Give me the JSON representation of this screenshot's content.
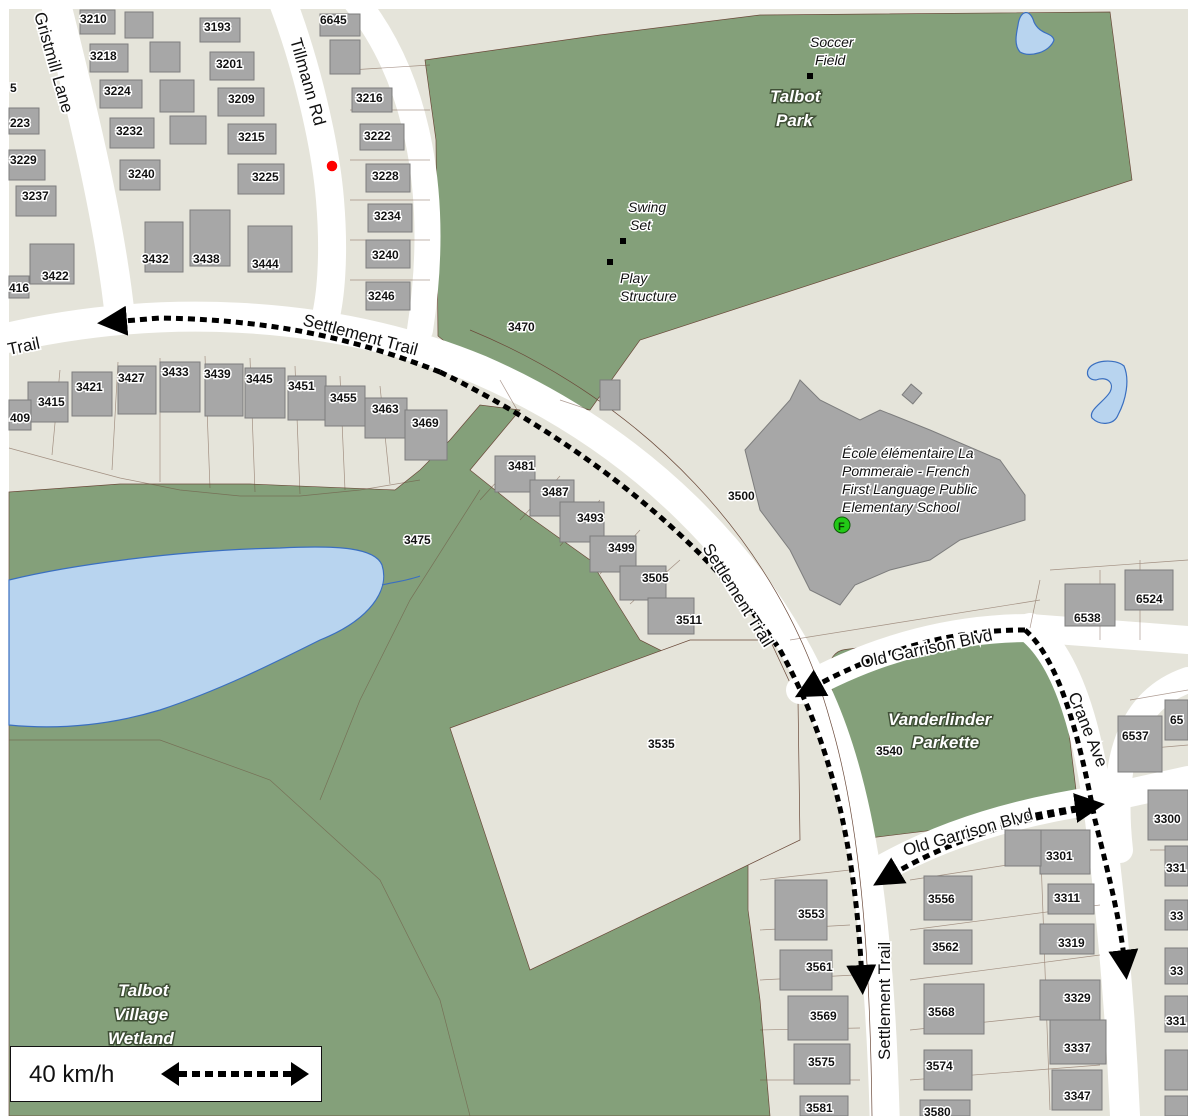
{
  "colors": {
    "land": "#e5e4da",
    "park": "#84a07a",
    "water": "#b8d4ef",
    "road": "#ffffff",
    "building": "#a7a7a7",
    "route": "#000000",
    "fire_marker": "#ff0000",
    "school_marker": "#22c916"
  },
  "streets": {
    "gristmill": "Gristmill Lane",
    "tillmann": "Tillmann Rd",
    "settlement_top": "Settlement Trail",
    "settlement_left": "Trail",
    "settlement_mid": "Settlement Trail",
    "settlement_bottom": "Settlement Trail",
    "old_garrison_top": "Old Garrison Blvd",
    "old_garrison_bottom": "Old Garrison Blvd",
    "crane": "Crane Ave"
  },
  "parks": {
    "talbot_park_1": "Talbot",
    "talbot_park_2": "Park",
    "vanderlinder_1": "Vanderlinder",
    "vanderlinder_2": "Parkette",
    "wetland_1": "Talbot",
    "wetland_2": "Village",
    "wetland_3": "Wetland"
  },
  "pois": {
    "soccer_1": "Soccer",
    "soccer_2": "Field",
    "swing_1": "Swing",
    "swing_2": "Set",
    "play_1": "Play",
    "play_2": "Structure",
    "school_1": "École élémentaire La",
    "school_2": "Pommeraie - French",
    "school_3": "First Language Public",
    "school_4": "Elementary School",
    "school_icon": "F"
  },
  "addresses": {
    "a3210": "3210",
    "a3193": "3193",
    "a6645": "6645",
    "a3218": "3218",
    "a3201": "3201",
    "a5": "5",
    "a3224": "3224",
    "a3209": "3209",
    "a3216": "3216",
    "a223": "223",
    "a3232": "3232",
    "a3215": "3215",
    "a3222": "3222",
    "a3229": "3229",
    "a3240w": "3240",
    "a3225": "3225",
    "a3228": "3228",
    "a3237": "3237",
    "a3234": "3234",
    "a3432": "3432",
    "a3438": "3438",
    "a3444": "3444",
    "a3240e": "3240",
    "a3422": "3422",
    "a416": "416",
    "a3246": "3246",
    "a3470": "3470",
    "a3421": "3421",
    "a3427": "3427",
    "a3433": "3433",
    "a3439": "3439",
    "a3445": "3445",
    "a3451": "3451",
    "a3415": "3415",
    "a3455": "3455",
    "a3463": "3463",
    "a409": "409",
    "a3469": "3469",
    "a3481": "3481",
    "a3487": "3487",
    "a3493": "3493",
    "a3500": "3500",
    "a3475": "3475",
    "a3499": "3499",
    "a3505": "3505",
    "a3511": "3511",
    "a6538": "6538",
    "a6524": "6524",
    "a3535": "3535",
    "a3540": "3540",
    "a6537": "6537",
    "a65": "65",
    "a3300": "3300",
    "a3301": "3301",
    "a331a": "331",
    "a3556": "3556",
    "a3311": "3311",
    "a3553": "3553",
    "a33a": "33",
    "a3562": "3562",
    "a3319": "3319",
    "a3561": "3561",
    "a3329": "3329",
    "a33b": "33",
    "a3569": "3569",
    "a3568": "3568",
    "a331b": "331",
    "a3337": "3337",
    "a3575": "3575",
    "a3574": "3574",
    "a3347": "3347",
    "a3581": "3581",
    "a3580": "3580"
  },
  "legend": {
    "label": "40 km/h"
  }
}
